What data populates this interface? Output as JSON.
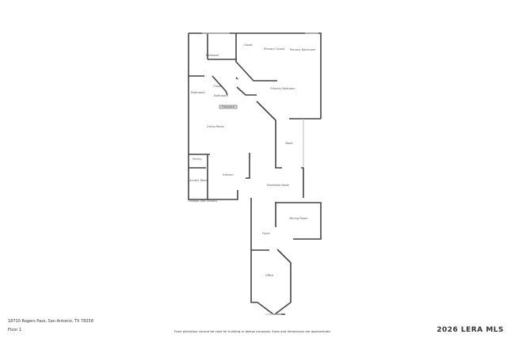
{
  "address": "18710 Rogers Pass, San Antonio, TX 78258",
  "floor": "Floor 1",
  "disclaimer": "Floor plans/tour cannot be used for building or design purposes. Sizes and dimensions are approximate.",
  "watermark": "2026 LERA MLS",
  "rooms": [
    "Bedroom",
    "Closet",
    "Primary Closet",
    "Primary Bathroom",
    "Bathroom",
    "Closet",
    "Bathroom",
    "Fireplace",
    "Primary Bedroom",
    "Living Room",
    "Nook",
    "Pantry",
    "Kitchen",
    "Laundry Room",
    "Garage (Not Shown)",
    "Breakfast Nook",
    "Dining Room",
    "Foyer",
    "Office"
  ]
}
